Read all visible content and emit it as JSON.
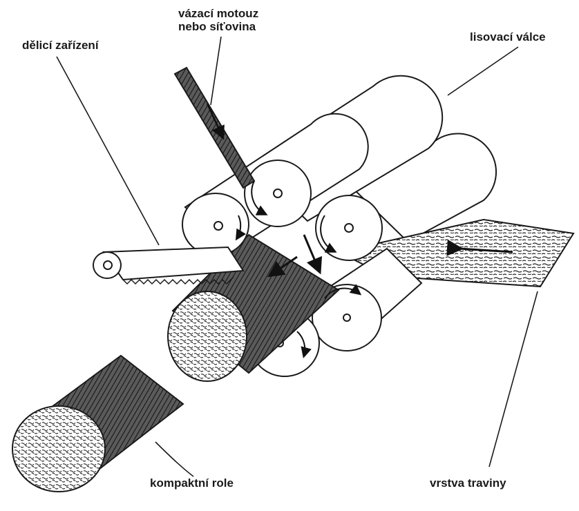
{
  "labels": {
    "twine_line1": "vázací motouz",
    "twine_line2": "nebo síťovina",
    "cutter": "dělicí zařízení",
    "rollers": "lisovací válce",
    "bale": "kompaktní role",
    "grass_layer": "vrstva traviny"
  },
  "colors": {
    "ink": "#1a1a1a",
    "paper": "#ffffff",
    "hatch": "#3a3a3a"
  }
}
